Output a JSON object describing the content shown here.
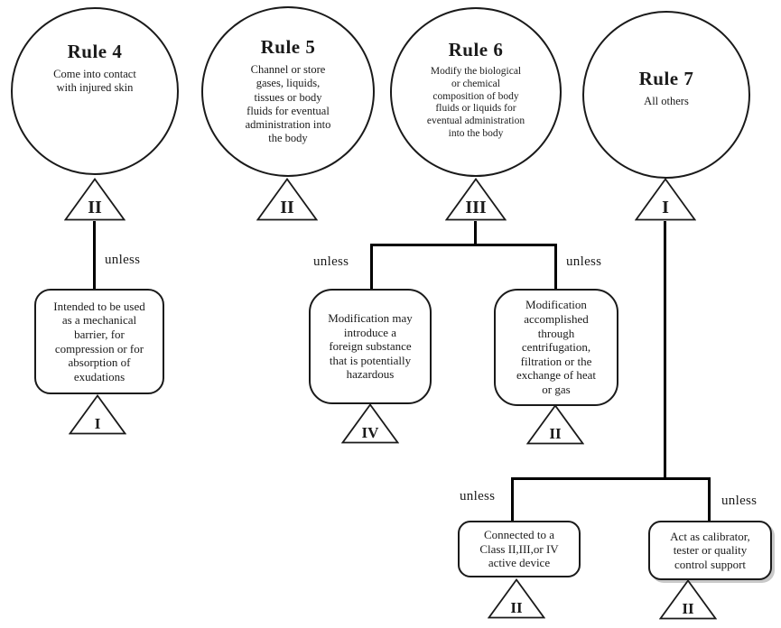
{
  "diagram": {
    "title_implicit": "Medical device classification rules flowchart",
    "colors": {
      "background": "#ffffff",
      "line": "#000000",
      "text": "#1a1a1a"
    },
    "rules": [
      {
        "title": "Rule 4",
        "description": "Come into contact\nwith injured skin",
        "class": "II"
      },
      {
        "title": "Rule 5",
        "description": "Channel or store\ngases, liquids,\ntissues or body\nfluids for eventual\nadministration into\nthe body",
        "class": "II"
      },
      {
        "title": "Rule 6",
        "description": "Modify the biological\nor chemical\ncomposition of body\nfluids or liquids for\neventual administration\ninto the body",
        "class": "III"
      },
      {
        "title": "Rule 7",
        "description": "All others",
        "class": "I"
      }
    ],
    "exceptions": [
      {
        "parent": "Rule 4",
        "connector": "unless",
        "text": "Intended to be used\nas a mechanical\nbarrier, for\ncompression or for\nabsorption of\nexudations",
        "class": "I"
      },
      {
        "parent": "Rule 6",
        "connector": "unless",
        "text": "Modification may\nintroduce a\nforeign substance\nthat is potentially\nhazardous",
        "class": "IV"
      },
      {
        "parent": "Rule 6",
        "connector": "unless",
        "text": "Modification\naccomplished\nthrough\ncentrifugation,\nfiltration or the\nexchange of heat\nor gas",
        "class": "II"
      },
      {
        "parent": "Rule 7",
        "connector": "unless",
        "text": "Connected to a\nClass II,III,or IV\nactive device",
        "class": "II"
      },
      {
        "parent": "Rule 7",
        "connector": "unless",
        "text": "Act as calibrator,\ntester or quality\ncontrol support",
        "class": "II"
      }
    ]
  }
}
